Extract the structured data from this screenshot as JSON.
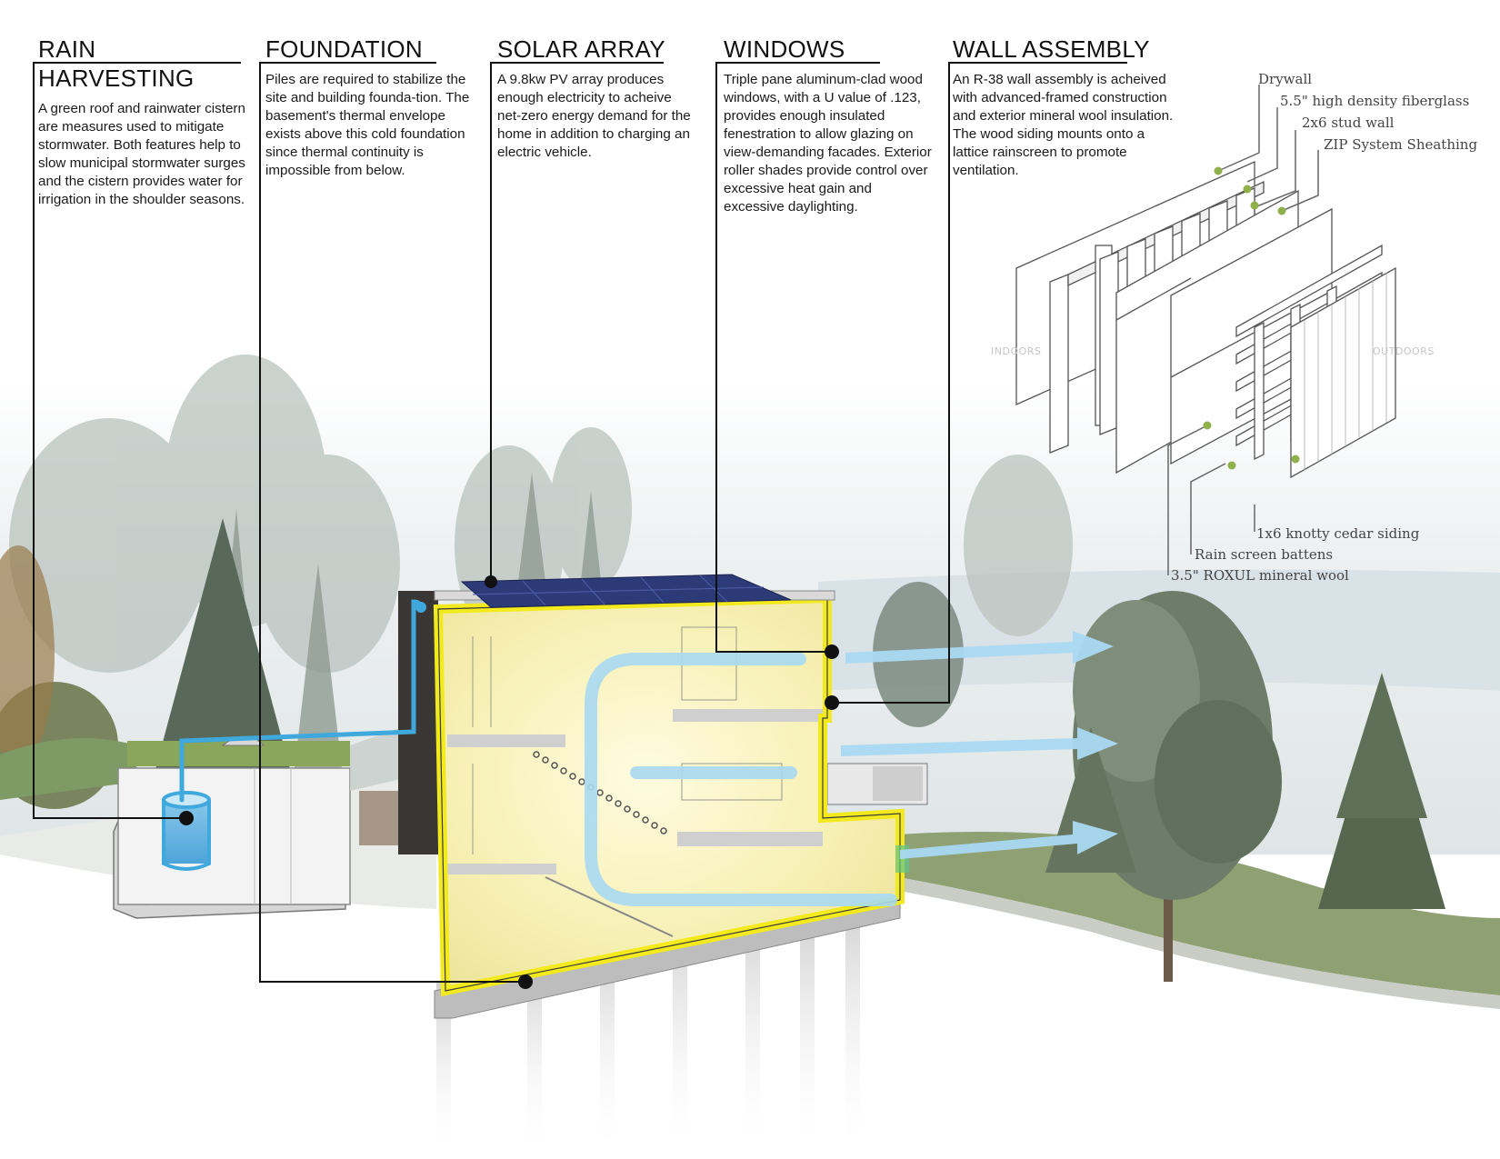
{
  "sections": [
    {
      "title": "RAIN HARVESTING",
      "body": "A green roof and rainwater cistern are measures used to mitigate stormwater. Both features help to slow municipal stormwater surges and the cistern provides water for irrigation in the shoulder seasons."
    },
    {
      "title": "FOUNDATION",
      "body": "Piles are required to stabilize the site and building founda-tion.  The basement's thermal envelope exists above this cold foundation since thermal continuity is impossible from below."
    },
    {
      "title": "SOLAR ARRAY",
      "body": "A 9.8kw PV array produces enough electricity to acheive net-zero energy demand for the home in addition to charging an electric vehicle."
    },
    {
      "title": "WINDOWS",
      "body": "Triple pane aluminum-clad wood windows, with a U value of .123, provides enough insulated fenestration to allow glazing on view-demanding facades.  Exterior roller shades provide control over excessive heat gain and excessive daylighting."
    },
    {
      "title": "WALL ASSEMBLY",
      "body": "An R-38 wall assembly is acheived with advanced-framed construction and exterior mineral wool insulation. The wood siding mounts onto a lattice rainscreen to promote ventilation."
    }
  ],
  "wall_layers": {
    "drywall": "Drywall",
    "fiberglass": "5.5\" high density fiberglass",
    "stud": "2x6 stud wall",
    "zip": "ZIP System Sheathing",
    "cedar": "1x6 knotty cedar siding",
    "battens": "Rain screen battens",
    "roxul": "3.5\" ROXUL mineral wool",
    "indoors": "INDOORS",
    "outdoors": "OUTDOORS"
  },
  "colors": {
    "envelope": "#f2ea1c",
    "water": "#3fa8dc",
    "airflow": "#a9d9f2",
    "solar": "#2c3b78",
    "callout_dot": "#8fb04a"
  }
}
